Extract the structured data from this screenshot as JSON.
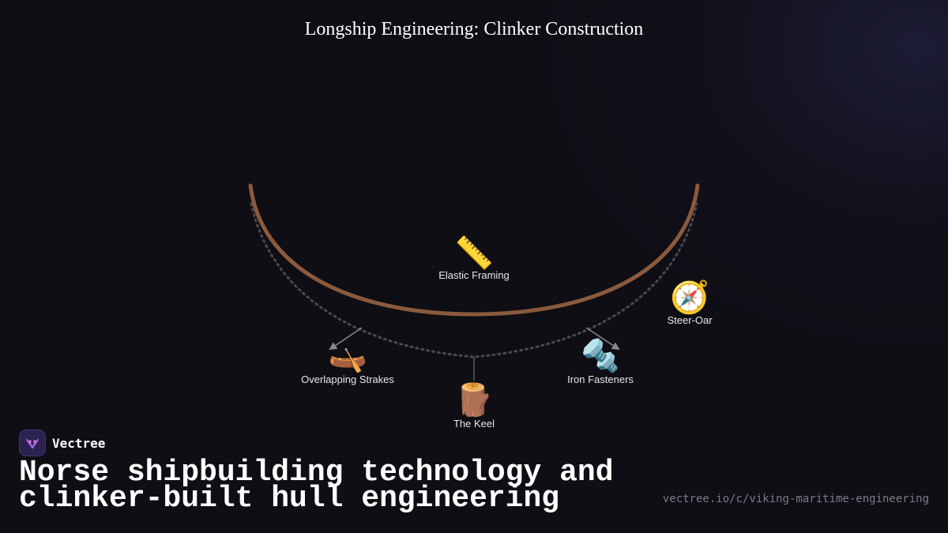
{
  "title": "Longship Engineering: Clinker Construction",
  "colors": {
    "background": "#0f0e14",
    "hull": "#8b5a3c",
    "dotted_path": "#4a4a4e",
    "connector": "#888888",
    "label": "#e8e6ee"
  },
  "nodes": [
    {
      "id": "keel",
      "icon": "log-icon",
      "glyph": "🪵",
      "label": "The Keel"
    },
    {
      "id": "strakes",
      "icon": "canoe-icon",
      "glyph": "🛶",
      "label": "Overlapping Strakes"
    },
    {
      "id": "framing",
      "icon": "ruler-icon",
      "glyph": "📏",
      "label": "Elastic Framing"
    },
    {
      "id": "fasteners",
      "icon": "nut-and-bolt-icon",
      "glyph": "🔩",
      "label": "Iron Fasteners"
    },
    {
      "id": "steer",
      "icon": "compass-icon",
      "glyph": "🧭",
      "label": "Steer-Oar"
    }
  ],
  "brand": {
    "name": "Vectree",
    "logo_icon": "vectree-logo-icon"
  },
  "headline": {
    "line1": "Norse shipbuilding technology and",
    "line2": "clinker-built hull engineering"
  },
  "url": "vectree.io/c/viking-maritime-engineering"
}
